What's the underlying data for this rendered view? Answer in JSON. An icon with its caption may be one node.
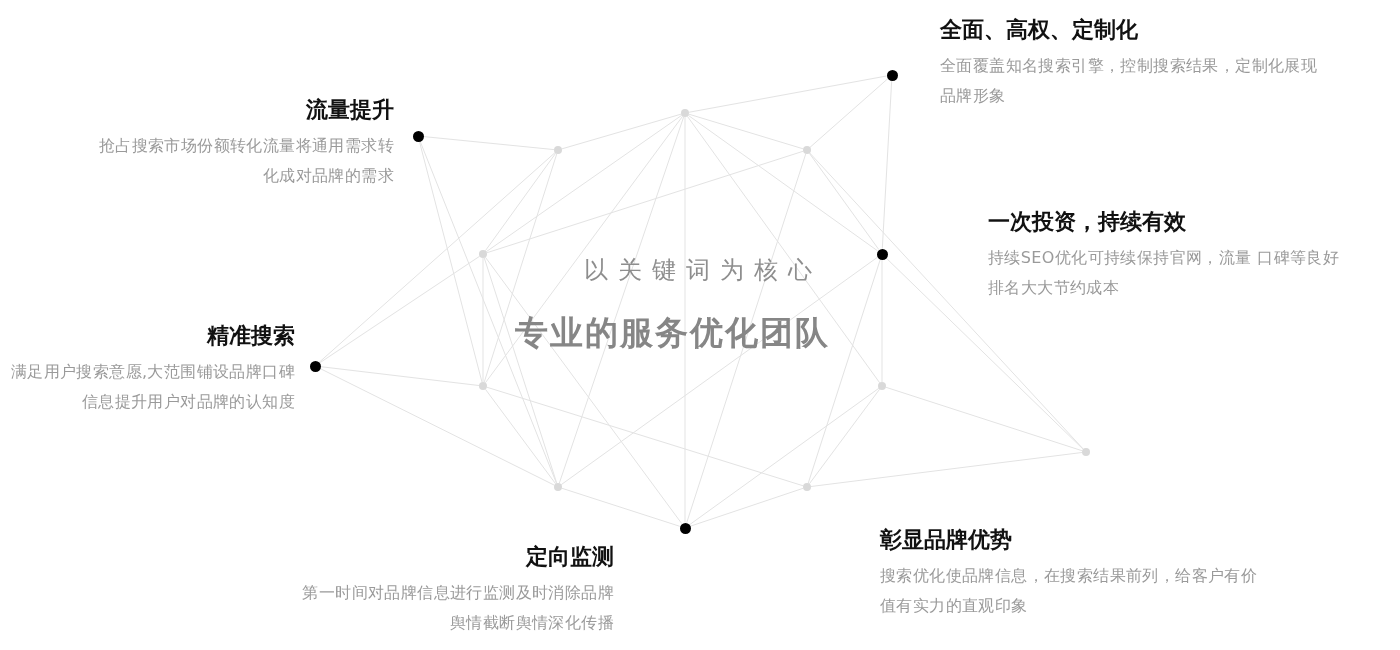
{
  "diagram": {
    "nodes": [
      {
        "text": [],
        "shape": "circle",
        "beside": [
          "全面、高权、定制化",
          "全面覆盖知名搜索引擎，控制搜索结果，定制化展现品牌形象"
        ]
      },
      {
        "text": [],
        "shape": "circle"
      },
      {
        "text": [],
        "shape": "circle",
        "beside": [
          "流量提升",
          "抢占搜索市场份额转化流量将通用需求转化成对品牌的需求"
        ]
      },
      {
        "text": [],
        "shape": "circle"
      },
      {
        "text": [],
        "shape": "circle"
      },
      {
        "text": [],
        "shape": "circle"
      },
      {
        "text": [],
        "shape": "circle",
        "beside": [
          "一次投资，持续有效",
          "持续SEO优化可持续保持官网，流量 口碑等良好排名大大节约成本"
        ]
      },
      {
        "text": [],
        "shape": "circle",
        "beside": [
          "精准搜索",
          "满足用户搜索意愿,大范围铺设品牌口碑信息提升用户对品牌的认知度"
        ]
      },
      {
        "text": [],
        "shape": "circle"
      },
      {
        "text": [],
        "shape": "circle"
      },
      {
        "text": [],
        "shape": "circle"
      },
      {
        "text": [],
        "shape": "circle"
      },
      {
        "text": [],
        "shape": "circle"
      },
      {
        "text": [],
        "shape": "circle",
        "beside": [
          "定向监测",
          "第一时间对品牌信息进行监测及时消除品牌舆情截断舆情深化传播"
        ]
      }
    ],
    "edges": [
      {
        "from": 2,
        "to": 3,
        "arrow": "none"
      },
      {
        "from": 3,
        "to": 1,
        "arrow": "none"
      },
      {
        "from": 1,
        "to": 0,
        "arrow": "none"
      },
      {
        "from": 1,
        "to": 4,
        "arrow": "none"
      },
      {
        "from": 4,
        "to": 0,
        "arrow": "none"
      },
      {
        "from": 0,
        "to": 6,
        "arrow": "none"
      },
      {
        "from": 1,
        "to": 6,
        "arrow": "none"
      },
      {
        "from": 4,
        "to": 6,
        "arrow": "none"
      },
      {
        "from": 4,
        "to": 10,
        "arrow": "none"
      },
      {
        "from": 6,
        "to": 10,
        "arrow": "none"
      },
      {
        "from": 6,
        "to": 9,
        "arrow": "none"
      },
      {
        "from": 6,
        "to": 12,
        "arrow": "none"
      },
      {
        "from": 6,
        "to": 11,
        "arrow": "none"
      },
      {
        "from": 1,
        "to": 9,
        "arrow": "none"
      },
      {
        "from": 9,
        "to": 12,
        "arrow": "none"
      },
      {
        "from": 9,
        "to": 10,
        "arrow": "none"
      },
      {
        "from": 12,
        "to": 10,
        "arrow": "none"
      },
      {
        "from": 1,
        "to": 13,
        "arrow": "none"
      },
      {
        "from": 4,
        "to": 13,
        "arrow": "none"
      },
      {
        "from": 9,
        "to": 13,
        "arrow": "none"
      },
      {
        "from": 12,
        "to": 13,
        "arrow": "none"
      },
      {
        "from": 5,
        "to": 13,
        "arrow": "none"
      },
      {
        "from": 2,
        "to": 8,
        "arrow": "none"
      },
      {
        "from": 2,
        "to": 11,
        "arrow": "none"
      },
      {
        "from": 5,
        "to": 8,
        "arrow": "none"
      },
      {
        "from": 5,
        "to": 11,
        "arrow": "none"
      },
      {
        "from": 8,
        "to": 11,
        "arrow": "none"
      },
      {
        "from": 8,
        "to": 12,
        "arrow": "none"
      },
      {
        "from": 7,
        "to": 5,
        "arrow": "none"
      },
      {
        "from": 7,
        "to": 3,
        "arrow": "none"
      },
      {
        "from": 7,
        "to": 8,
        "arrow": "none"
      },
      {
        "from": 7,
        "to": 11,
        "arrow": "none"
      },
      {
        "from": 3,
        "to": 5,
        "arrow": "none"
      },
      {
        "from": 3,
        "to": 8,
        "arrow": "none"
      },
      {
        "from": 1,
        "to": 5,
        "arrow": "none"
      },
      {
        "from": 1,
        "to": 8,
        "arrow": "none"
      },
      {
        "from": 1,
        "to": 11,
        "arrow": "none"
      },
      {
        "from": 5,
        "to": 4,
        "arrow": "none"
      },
      {
        "from": 11,
        "to": 13,
        "arrow": "none"
      }
    ],
    "labels": [
      "以关键词为核心",
      "专业的服务优化团队",
      "彰显品牌优势",
      "搜索优化使品牌信息，在搜索结果前列，给客户有价值有实力的直观印象"
    ]
  }
}
